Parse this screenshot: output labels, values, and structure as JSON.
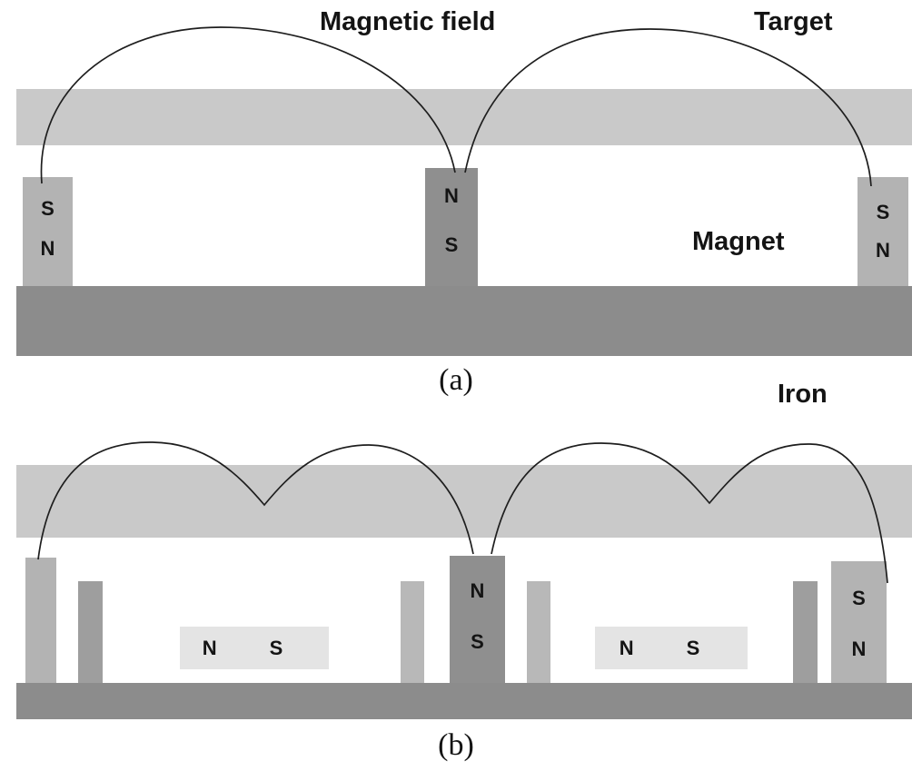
{
  "figure": {
    "panel_a": {
      "caption": "(a)",
      "label_magnetic_field": "Magnetic field",
      "label_target": "Target",
      "label_magnet": "Magnet",
      "magnet_left": {
        "top": "S",
        "bottom": "N"
      },
      "magnet_center": {
        "top": "N",
        "bottom": "S"
      },
      "magnet_right": {
        "top": "S",
        "bottom": "N"
      }
    },
    "panel_b": {
      "caption": "(b)",
      "label_iron": "Iron",
      "magnet_center": {
        "top": "N",
        "bottom": "S"
      },
      "magnet_right": {
        "top": "S",
        "bottom": "N"
      },
      "block_left": {
        "left_pole": "N",
        "right_pole": "S"
      },
      "block_right": {
        "left_pole": "N",
        "right_pole": "S"
      }
    },
    "colors": {
      "target_bar": "#c9c9c9",
      "base_bar": "#8c8c8c",
      "magnet_light": "#b3b3b3",
      "magnet_dark": "#8f8f8f",
      "magnet_mid": "#9e9e9e",
      "inner_block": "#e4e4e4",
      "field_line": "#1e1e1e"
    }
  }
}
